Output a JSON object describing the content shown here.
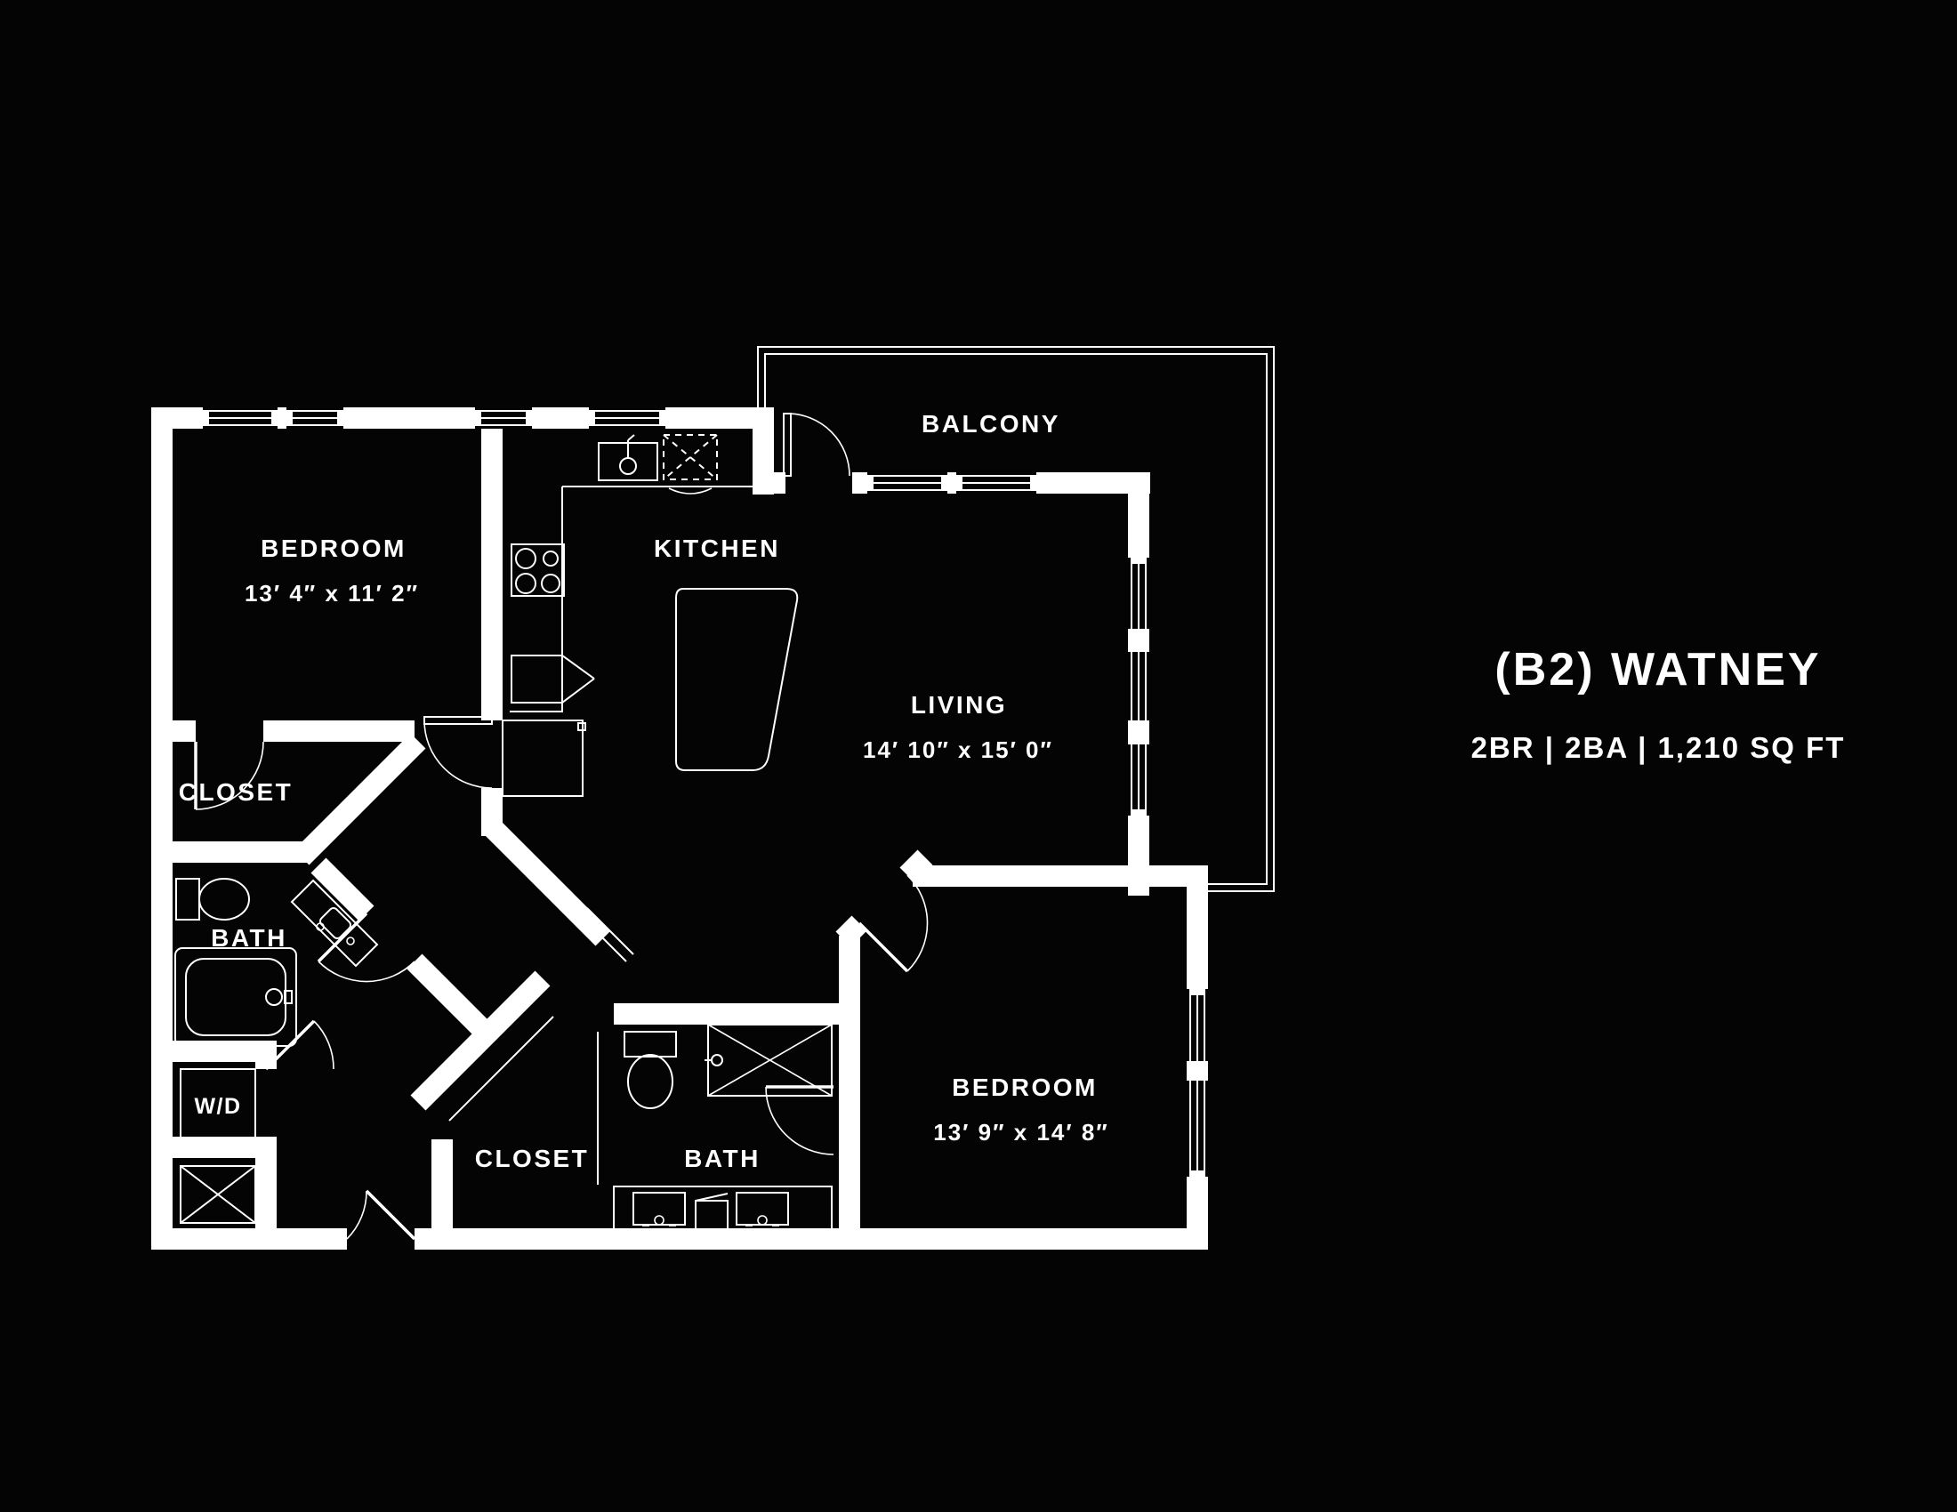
{
  "plan": {
    "title": "(B2) WATNEY",
    "specs": "2BR  |  2BA  |  1,210 SQ FT"
  },
  "rooms": {
    "bedroom1": {
      "label": "BEDROOM",
      "dims": "13′ 4″ x 11′ 2″"
    },
    "kitchen": {
      "label": "KITCHEN"
    },
    "balcony": {
      "label": "BALCONY"
    },
    "living": {
      "label": "LIVING",
      "dims": "14′ 10″ x 15′ 0″"
    },
    "closet1": {
      "label": "CLOSET"
    },
    "bath1": {
      "label": "BATH"
    },
    "washer_dryer": {
      "label": "W/D"
    },
    "closet2": {
      "label": "CLOSET"
    },
    "bath2": {
      "label": "BATH"
    },
    "bedroom2": {
      "label": "BEDROOM",
      "dims": "13′ 9″ x 14′ 8″"
    }
  },
  "colors": {
    "background": "#040404",
    "line": "#ffffff"
  }
}
